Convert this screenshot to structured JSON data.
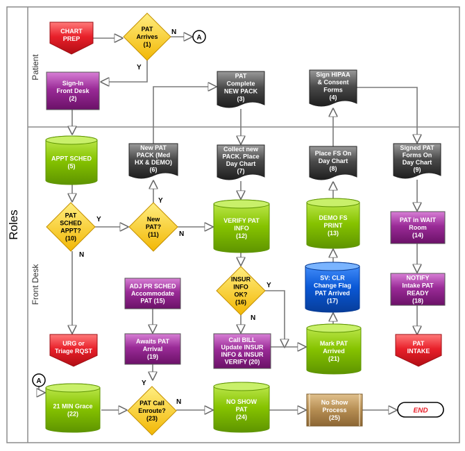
{
  "diagram": {
    "roles_label": "Roles",
    "lanes": {
      "patient": "Patient",
      "front_desk": "Front Desk"
    },
    "connector_label": "A",
    "end_label": "END",
    "branch": {
      "yes": "Y",
      "no": "N"
    },
    "nodes": {
      "chart_prep": [
        "CHART",
        "PREP"
      ],
      "n1": [
        "PAT",
        "Arrives",
        "(1)"
      ],
      "n2": [
        "Sign-In",
        "Front Desk",
        "(2)"
      ],
      "n3": [
        "PAT",
        "Complete",
        "NEW PACK",
        "(3)"
      ],
      "n4": [
        "Sign HIPAA",
        "& Consent",
        "Forms",
        "(4)"
      ],
      "n5": [
        "APPT SCHED",
        "(5)"
      ],
      "n6": [
        "New PAT",
        "PACK (Med",
        "HX & DEMO)",
        "(6)"
      ],
      "n7": [
        "Collect new",
        "PACK. Place",
        "Day Chart",
        "(7)"
      ],
      "n8": [
        "Place FS On",
        "Day Chart",
        "(8)"
      ],
      "n9": [
        "Signed PAT",
        "Forms On",
        "Day Chart",
        "(9)"
      ],
      "n10": [
        "PAT",
        "SCHED",
        "APPT?",
        "(10)"
      ],
      "n11": [
        "New",
        "PAT?",
        "(11)"
      ],
      "n12": [
        "VERIFY PAT",
        "INFO",
        "(12)"
      ],
      "n13": [
        "DEMO FS",
        "PRINT",
        "(13)"
      ],
      "n14": [
        "PAT in WAIT",
        "Room",
        "(14)"
      ],
      "n15": [
        "ADJ PR SCHED",
        "Accommodate",
        "PAT (15)"
      ],
      "n16": [
        "INSUR",
        "INFO",
        "OK?",
        "(16)"
      ],
      "n17": [
        "SV: CLR",
        "Change Flag",
        "PAT Arrived",
        "(17)"
      ],
      "n18": [
        "NOTIFY",
        "Intake PAT",
        "READY",
        "(18)"
      ],
      "urg": [
        "URG or",
        "Triage RQST"
      ],
      "n19": [
        "Awaits PAT",
        "Arrival",
        "(19)"
      ],
      "n20": [
        "Call BILL",
        "Update INSUR",
        "INFO & INSUR",
        "VERIFY (20)"
      ],
      "n21": [
        "Mark PAT",
        "Arrived",
        "(21)"
      ],
      "pat_intake": [
        "PAT",
        "INTAKE"
      ],
      "n22": [
        "21 MIN Grace",
        "(22)"
      ],
      "n23": [
        "PAT Call",
        "Enroute?",
        "(23)"
      ],
      "n24": [
        "NO SHOW",
        "PAT",
        "(24)"
      ],
      "n25": [
        "No Show",
        "Process",
        "(25)"
      ]
    },
    "colors": {
      "red": "#e8202a",
      "gold": "#ffd21e",
      "purple": "#8a1e87",
      "gray": "#3a3a3a",
      "green": "#7ab800",
      "blue": "#0a58d6",
      "tan": "#b58d52",
      "line": "#7a7a7a"
    }
  }
}
